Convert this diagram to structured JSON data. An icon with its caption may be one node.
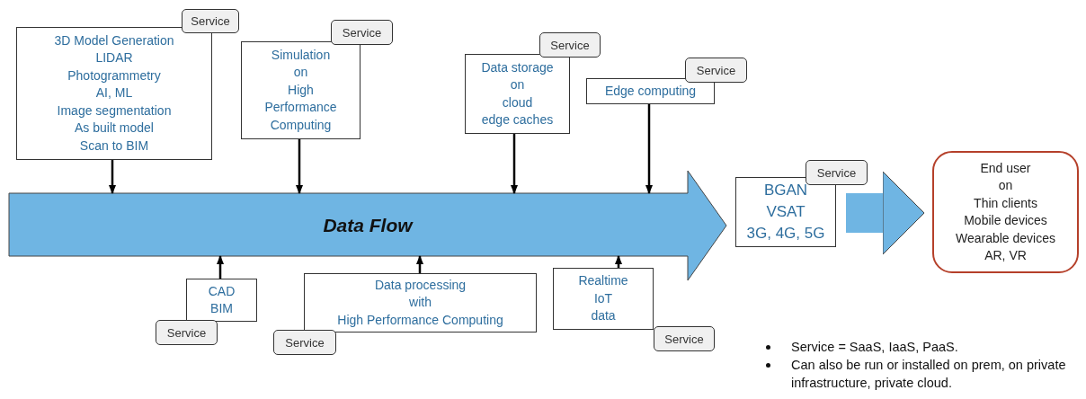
{
  "diagram": {
    "nodes": [
      {
        "text": [
          "Data Flow"
        ]
      },
      {
        "text": [
          "3D Model Generation",
          "LIDAR",
          "Photogrammetry",
          "AI, ML",
          "Image segmentation",
          "As built model",
          "Scan to BIM"
        ]
      },
      {
        "text": [
          "Service"
        ]
      },
      {
        "text": [
          "Simulation",
          "on",
          "High",
          "Performance",
          "Computing"
        ]
      },
      {
        "text": [
          "Service"
        ]
      },
      {
        "text": [
          "Data storage",
          "on",
          "cloud",
          "edge caches"
        ]
      },
      {
        "text": [
          "Service"
        ]
      },
      {
        "text": [
          "Edge computing"
        ]
      },
      {
        "text": [
          "Service"
        ]
      },
      {
        "text": [
          "CAD",
          "BIM"
        ]
      },
      {
        "text": [
          "Service"
        ]
      },
      {
        "text": [
          "Data processing",
          "with",
          "High Performance Computing"
        ]
      },
      {
        "text": [
          "Service"
        ]
      },
      {
        "text": [
          "Realtime",
          "IoT",
          "data"
        ]
      },
      {
        "text": [
          "Service"
        ]
      },
      {
        "text": [
          "BGAN",
          "VSAT",
          "3G, 4G, 5G"
        ]
      },
      {
        "text": [
          "Service"
        ]
      },
      {
        "text": [
          "End user",
          "on",
          "Thin clients",
          "Mobile devices",
          "Wearable devices",
          "AR, VR"
        ]
      }
    ],
    "edges": [
      {
        "from": 1,
        "to": 0,
        "arrow": "to"
      },
      {
        "from": 3,
        "to": 0,
        "arrow": "to"
      },
      {
        "from": 5,
        "to": 0,
        "arrow": "to"
      },
      {
        "from": 7,
        "to": 0,
        "arrow": "to"
      },
      {
        "from": 9,
        "to": 0,
        "arrow": "to"
      },
      {
        "from": 11,
        "to": 0,
        "arrow": "to"
      },
      {
        "from": 13,
        "to": 0,
        "arrow": "to"
      },
      {
        "from": 15,
        "to": 17,
        "arrow": "to",
        "style": "thick",
        "color": "#6fb5e3"
      }
    ],
    "labels": [
      "Service = SaaS, IaaS, PaaS.",
      "Can also be run or installed on prem, on private infrastructure, private cloud."
    ]
  }
}
